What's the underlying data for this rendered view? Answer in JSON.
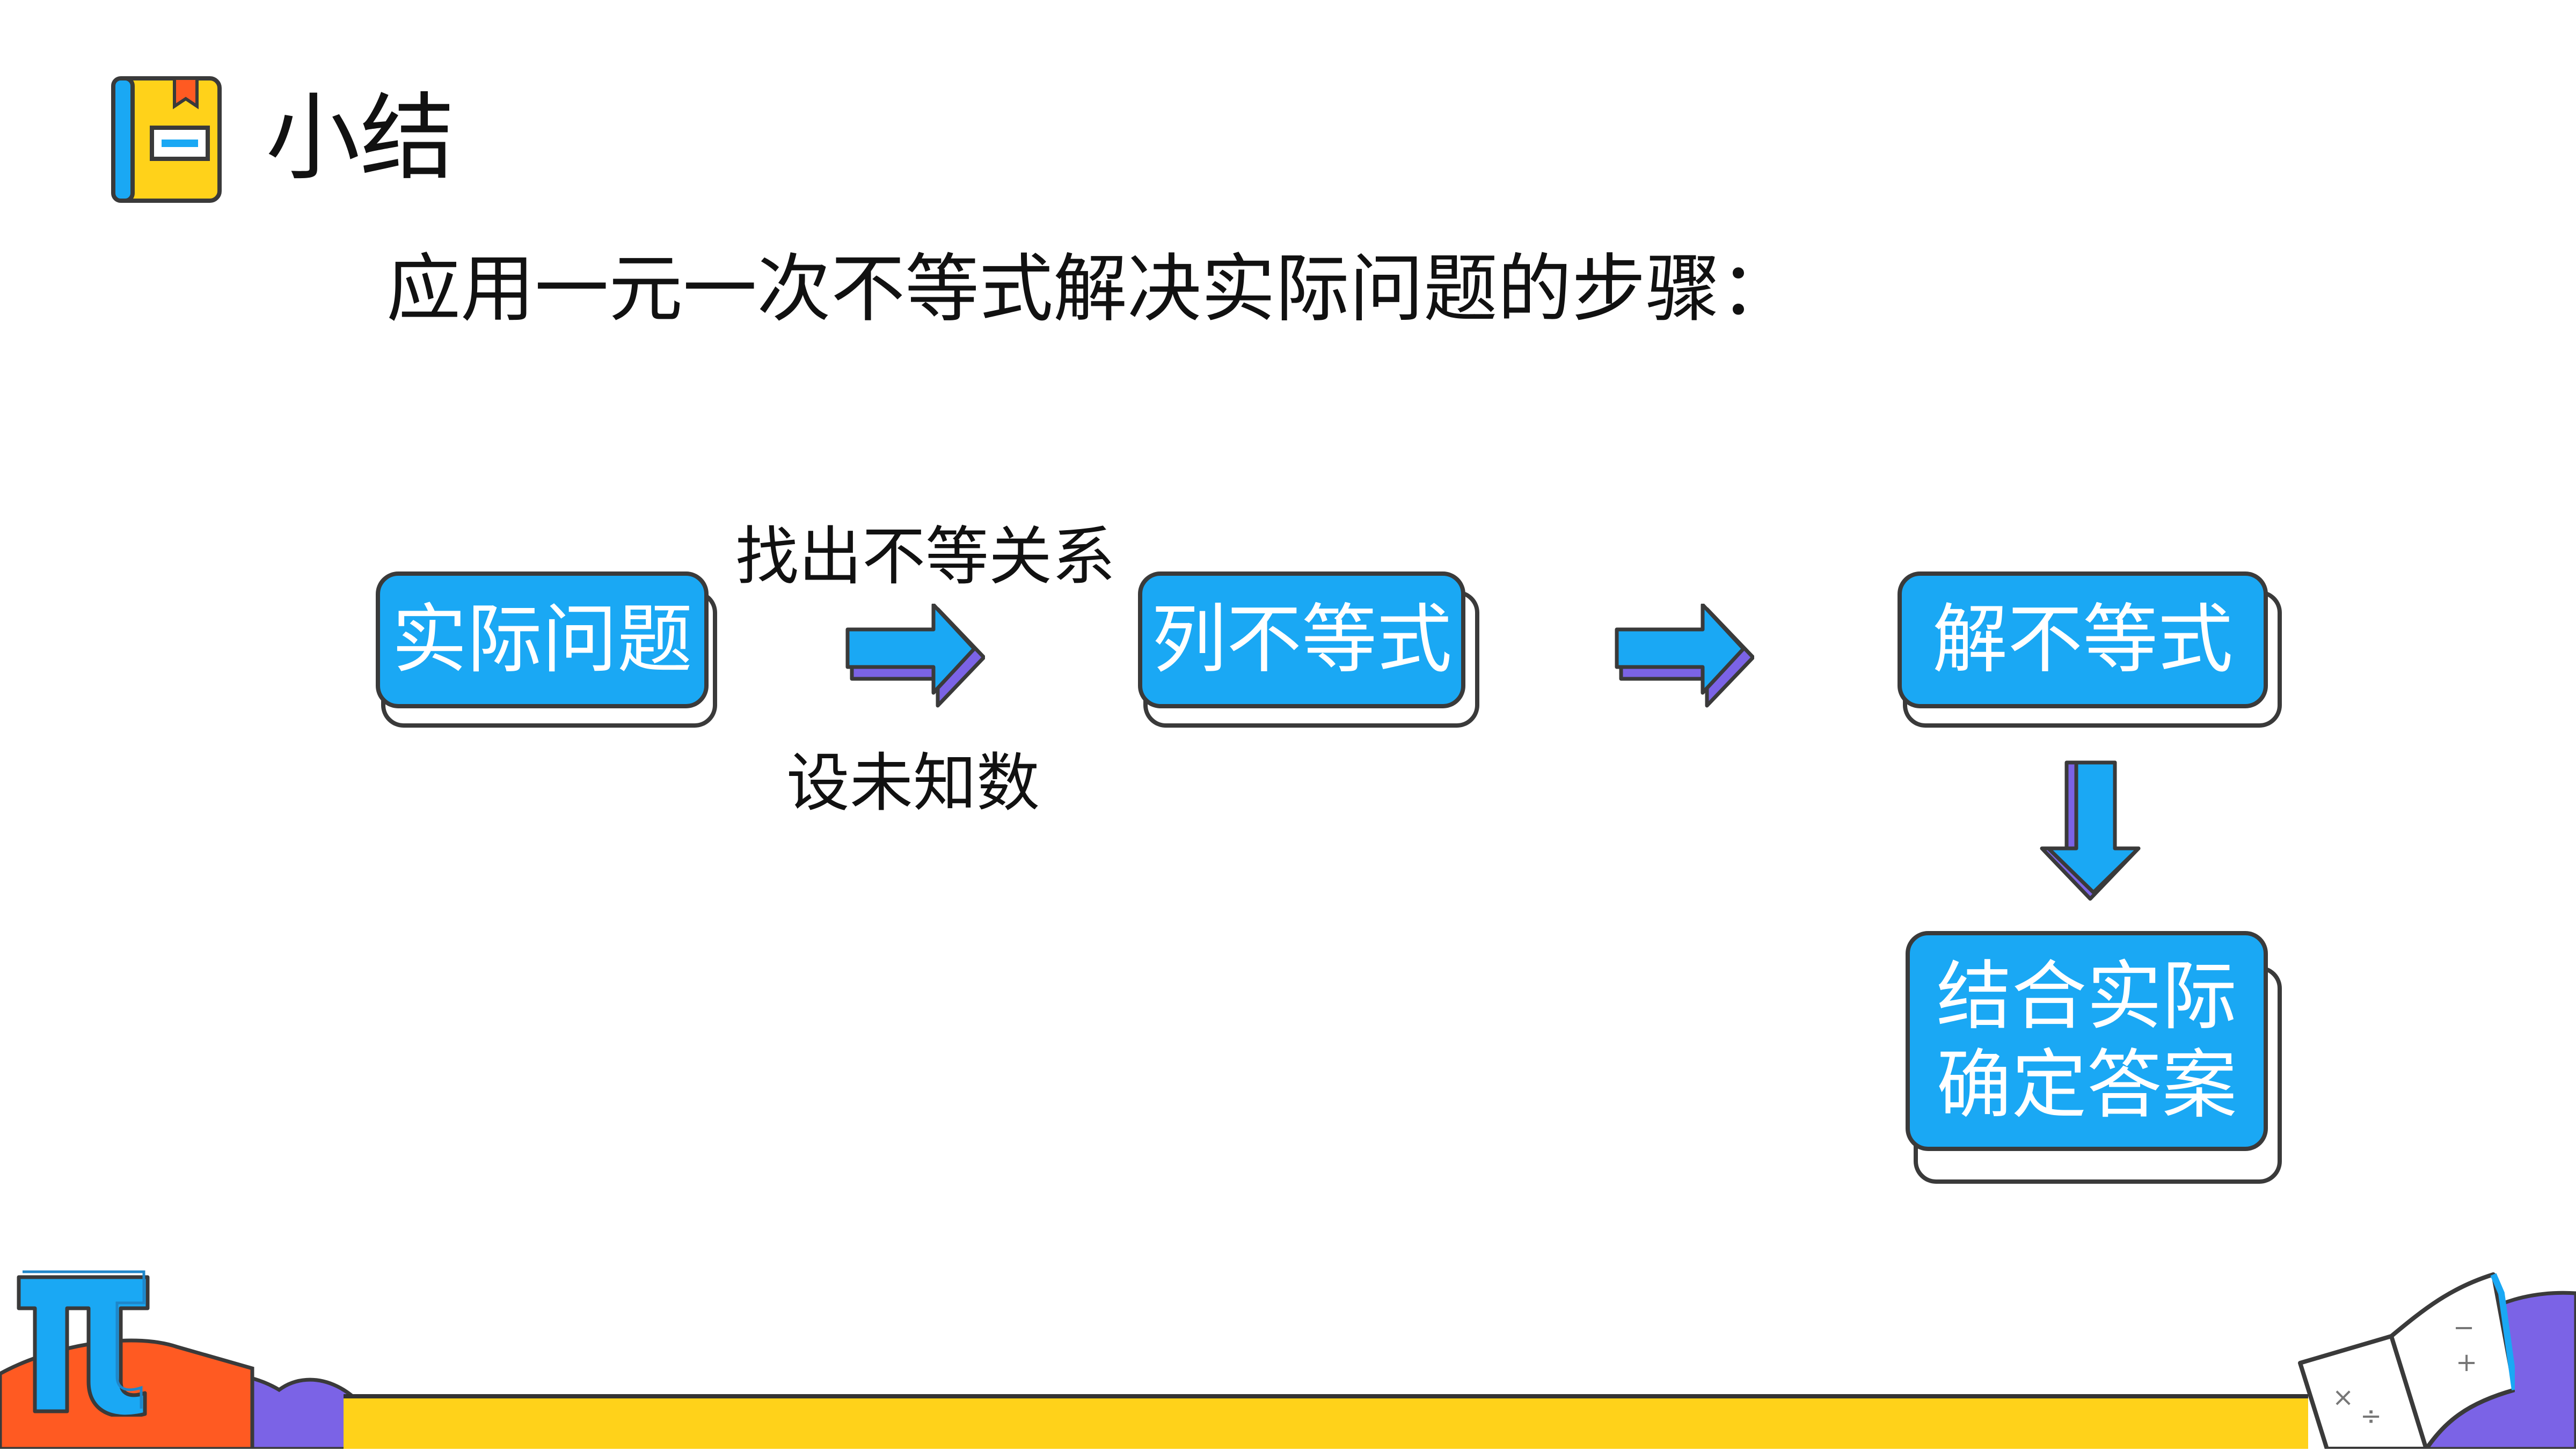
{
  "header": {
    "title": "小结",
    "icon": "book-icon"
  },
  "subtitle": "应用一元一次不等式解决实际问题的步骤：",
  "flow": {
    "steps": [
      {
        "label": "实际问题"
      },
      {
        "label": "列不等式"
      },
      {
        "label": "解不等式"
      },
      {
        "label": "结合实际\n确定答案"
      }
    ],
    "edge_labels": {
      "above": "找出不等关系",
      "below": "设未知数"
    }
  },
  "decorations": {
    "left": "pi-icon",
    "right": "math-book-icon"
  },
  "colors": {
    "box_fill": "#1aa8f4",
    "arrow_fill": "#1aa8f4",
    "arrow_shade": "#7b63e6",
    "outline": "#3a3a3a",
    "bar": "#ffd21a",
    "hill": "#7b63e6",
    "accent_orange": "#ff5a22"
  }
}
